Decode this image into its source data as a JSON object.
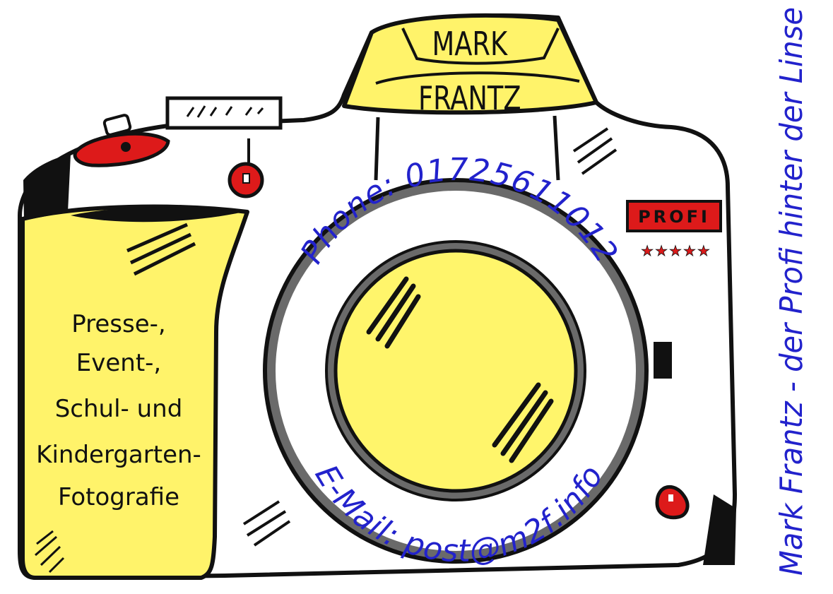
{
  "colors": {
    "background": "#ffffff",
    "outline": "#111111",
    "yellow": "#fff36a",
    "red": "#dd1a1a",
    "ring_gray": "#6a6a6a",
    "lens_yellow": "#fff56b",
    "blue_text": "#2222cc"
  },
  "branding": {
    "top_name_1": "MARK",
    "top_name_2": "FRANTZ",
    "profi_badge": "PROFI",
    "stars": "★★★★★",
    "vertical_tagline": "Mark Frantz - der Profi hinter der Linse"
  },
  "services": {
    "line_1": "Presse-,",
    "line_2": "Event-,",
    "line_3": "Schul- und",
    "line_4": "Kindergarten-",
    "line_5": "Fotografie"
  },
  "contact": {
    "phone_text": "Phone: 01725611012",
    "email_text": "E-Mail: post@m2f.info"
  },
  "icons": {
    "camera": "camera-illustration",
    "lens": "lens-icon",
    "shutter": "shutter-button-icon",
    "flash": "flash-icon",
    "stars": "star-icon"
  }
}
